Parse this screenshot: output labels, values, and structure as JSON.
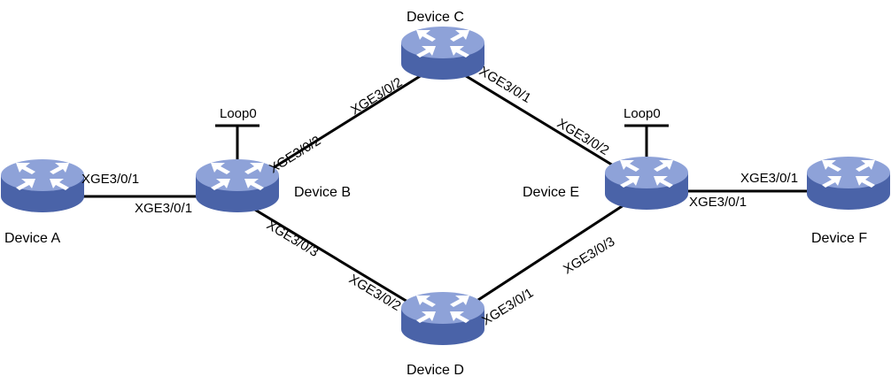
{
  "colors": {
    "device_body": "#4a63a8",
    "device_top": "#8ea2d8",
    "device_icon": "#ffffff",
    "link": "#000000"
  },
  "devices": {
    "a": {
      "label": "Device A",
      "icon": "router-icon"
    },
    "b": {
      "label": "Device B",
      "icon": "router-icon"
    },
    "c": {
      "label": "Device C",
      "icon": "router-icon"
    },
    "d": {
      "label": "Device D",
      "icon": "router-icon"
    },
    "e": {
      "label": "Device E",
      "icon": "router-icon"
    },
    "f": {
      "label": "Device F",
      "icon": "router-icon"
    }
  },
  "loopbacks": {
    "b": {
      "label": "Loop0"
    },
    "e": {
      "label": "Loop0"
    }
  },
  "links": {
    "ab": {
      "a_port": "XGE3/0/1",
      "b_port": "XGE3/0/1"
    },
    "bc": {
      "b_port": "XGE3/0/2",
      "c_port": "XGE3/0/2"
    },
    "bd": {
      "b_port": "XGE3/0/3",
      "d_port": "XGE3/0/2"
    },
    "ce": {
      "c_port": "XGE3/0/1",
      "e_port": "XGE3/0/2"
    },
    "de": {
      "d_port": "XGE3/0/1",
      "e_port": "XGE3/0/3"
    },
    "ef": {
      "e_port": "XGE3/0/1",
      "f_port": "XGE3/0/1"
    }
  }
}
